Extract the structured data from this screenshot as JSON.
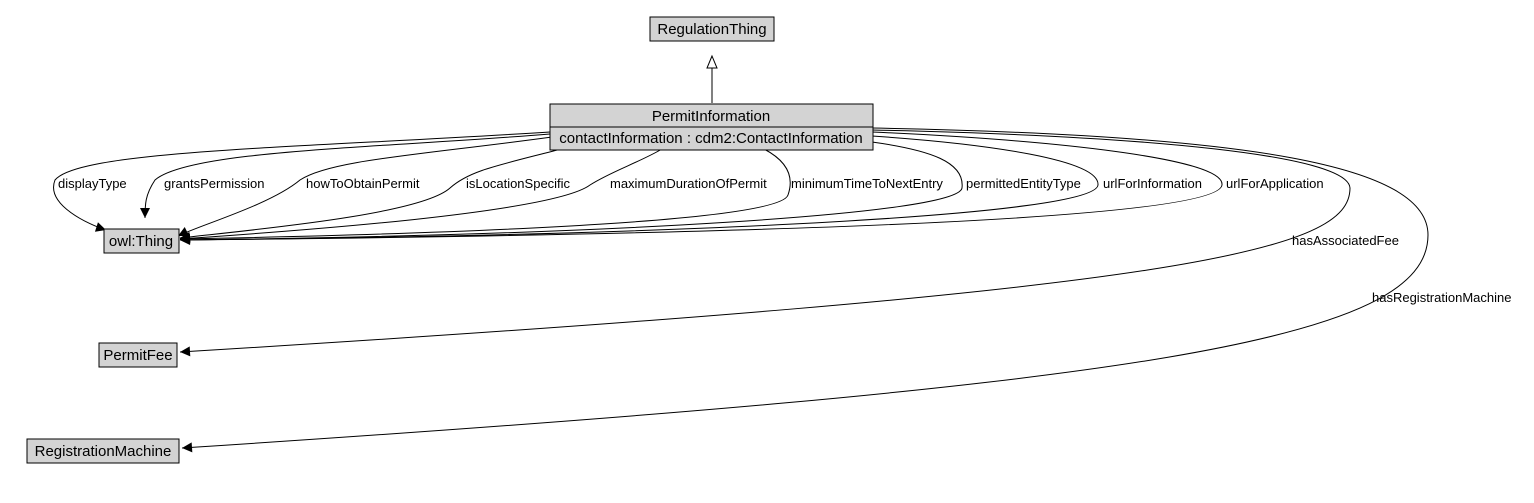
{
  "nodes": {
    "regulation_thing": "RegulationThing",
    "permit_information": "PermitInformation",
    "permit_information_attr": "contactInformation : cdm2:ContactInformation",
    "owl_thing": "owl:Thing",
    "permit_fee": "PermitFee",
    "registration_machine": "RegistrationMachine"
  },
  "edges": {
    "display_type": "displayType",
    "grants_permission": "grantsPermission",
    "how_to_obtain_permit": "howToObtainPermit",
    "is_location_specific": "isLocationSpecific",
    "maximum_duration_of_permit": "maximumDurationOfPermit",
    "minimum_time_to_next_entry": "minimumTimeToNextEntry",
    "permitted_entity_type": "permittedEntityType",
    "url_for_information": "urlForInformation",
    "url_for_application": "urlForApplication",
    "has_associated_fee": "hasAssociatedFee",
    "has_registration_machine": "hasRegistrationMachine"
  }
}
